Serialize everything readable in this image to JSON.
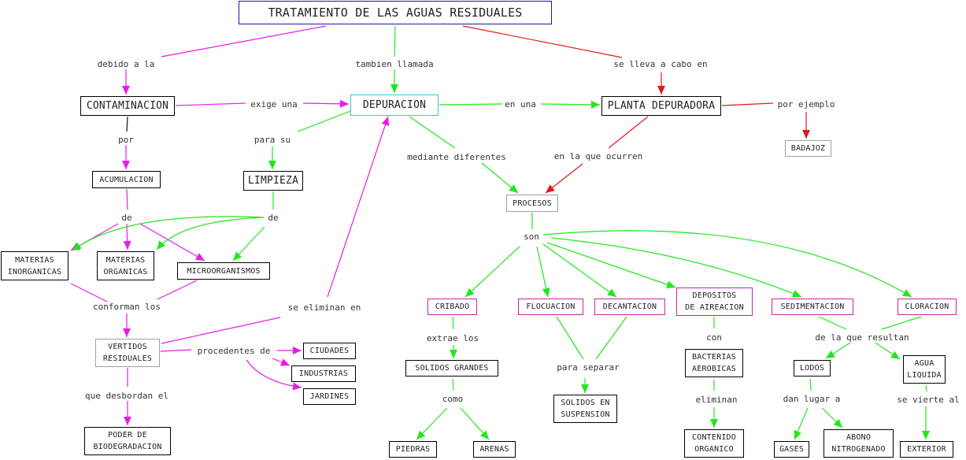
{
  "colors": {
    "magenta": "#e81ce8",
    "green": "#22e61e",
    "red": "#e01a1a",
    "black": "#111111"
  },
  "nodes": {
    "title": "TRATAMIENTO DE LAS AGUAS RESIDUALES",
    "contaminacion": "CONTAMINACION",
    "depuracion": "DEPURACION",
    "planta_depuradora": "PLANTA DEPURADORA",
    "badajoz": "BADAJOZ",
    "acumulacion": "ACUMULACION",
    "limpieza": "LIMPIEZA",
    "procesos": "PROCESOS",
    "materias_inorganicas": "MATERIAS\nINORGANICAS",
    "materias_organicas": "MATERIAS\nORGANICAS",
    "microorganismos": "MICROORGANISMOS",
    "vertidos_residuales": "VERTIDOS\nRESIDUALES",
    "ciudades": "CIUDADES",
    "industrias": "INDUSTRIAS",
    "jardines": "JARDINES",
    "poder_biodegradacion": "PODER DE\nBIODEGRADACION",
    "cribado": "CRIBADO",
    "flocuacion": "FLOCUACION",
    "decantacion": "DECANTACION",
    "depositos_aireacion": "DEPOSITOS\nDE AIREACION",
    "sedimentacion": "SEDIMENTACION",
    "cloracion": "CLORACION",
    "solidos_grandes": "SOLIDOS GRANDES",
    "solidos_suspension": "SOLIDOS EN\nSUSPENSION",
    "bacterias_aerobicas": "BACTERIAS\nAEROBICAS",
    "lodos": "LODOS",
    "agua_liquida": "AGUA\nLIQUIDA",
    "piedras": "PIEDRAS",
    "arenas": "ARENAS",
    "contenido_organico": "CONTENIDO\nORGANICO",
    "gases": "GASES",
    "abono_nitrogenado": "ABONO\nNITROGENADO",
    "exterior": "EXTERIOR"
  },
  "links": {
    "debido_a_la": "debido a la",
    "tambien_llamada": "tambien llamada",
    "se_lleva_a_cabo_en": "se lleva a cabo en",
    "exige_una": "exige una",
    "en_una": "en una",
    "por_ejemplo": "por ejemplo",
    "por": "por",
    "para_su": "para su",
    "mediante_diferentes": "mediante diferentes",
    "en_la_que_ocurren": "en la que ocurren",
    "de_acumulacion": "de",
    "de_limpieza": "de",
    "son": "son",
    "conforman_los": "conforman los",
    "se_eliminan_en": "se eliminan en",
    "procedentes_de": "procedentes de",
    "que_desbordan_el": "que desbordan el",
    "extrae_los": "extrae los",
    "para_separar": "para separar",
    "con": "con",
    "de_la_que_resultan": "de la que resultan",
    "como": "como",
    "eliminan": "eliminan",
    "dan_lugar_a": "dan lugar a",
    "se_vierte_al": "se vierte al"
  }
}
